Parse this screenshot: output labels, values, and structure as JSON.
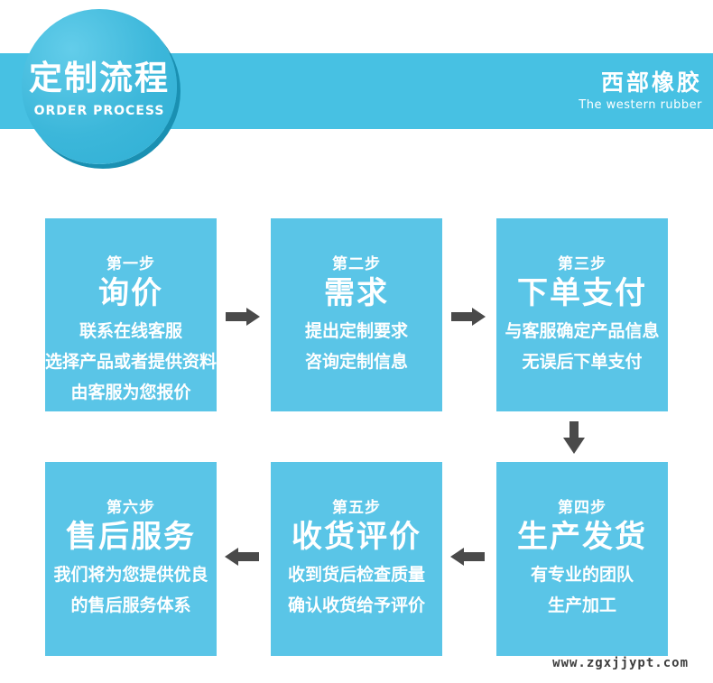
{
  "header": {
    "badge": {
      "title": "定制流程",
      "subtitle": "ORDER PROCESS"
    },
    "brand": {
      "title": "西部橡胶",
      "subtitle": "The western rubber"
    }
  },
  "steps": [
    {
      "step": "第一步",
      "title": "询价",
      "lines": [
        "联系在线客服",
        "选择产品或者提供资料",
        "由客服为您报价"
      ]
    },
    {
      "step": "第二步",
      "title": "需求",
      "lines": [
        "提出定制要求",
        "咨询定制信息"
      ]
    },
    {
      "step": "第三步",
      "title": "下单支付",
      "lines": [
        "与客服确定产品信息",
        "无误后下单支付"
      ]
    },
    {
      "step": "第四步",
      "title": "生产发货",
      "lines": [
        "有专业的团队",
        "生产加工"
      ]
    },
    {
      "step": "第五步",
      "title": "收货评价",
      "lines": [
        "收到货后检查质量",
        "确认收货给予评价"
      ]
    },
    {
      "step": "第六步",
      "title": "售后服务",
      "lines": [
        "我们将为您提供优良",
        "的售后服务体系"
      ]
    }
  ],
  "footer": {
    "watermark": "www.zgxjjypt.com"
  },
  "colors": {
    "banner": "#47c1e3",
    "card": "#5ac5e7",
    "badge_main": "#38b5d9",
    "badge_rim": "#1a90b2",
    "arrow": "#4a4a4a",
    "text_on_blue": "#ffffff",
    "watermark": "#3d3d3d"
  }
}
